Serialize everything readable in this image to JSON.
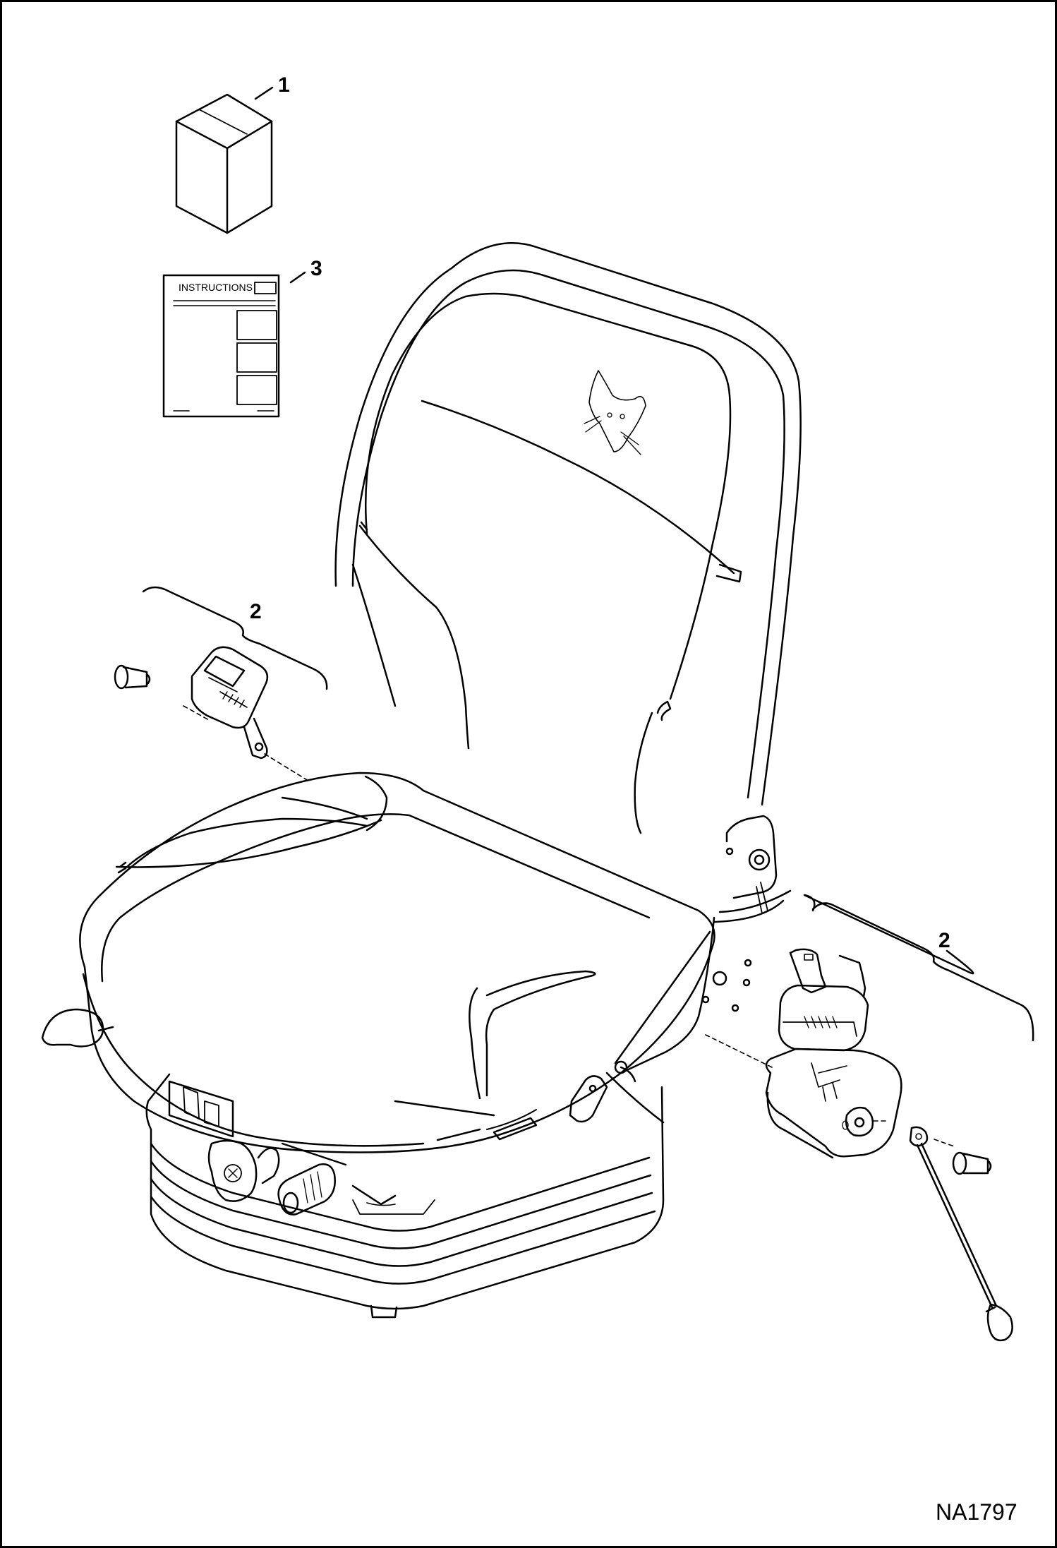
{
  "callouts": {
    "item1": "1",
    "item2_left": "2",
    "item2_right": "2",
    "item3": "3"
  },
  "instructions_sheet": {
    "header": "INSTRUCTIONS"
  },
  "figure_id": "NA1797",
  "colors": {
    "line": "#000000",
    "background": "#ffffff"
  }
}
